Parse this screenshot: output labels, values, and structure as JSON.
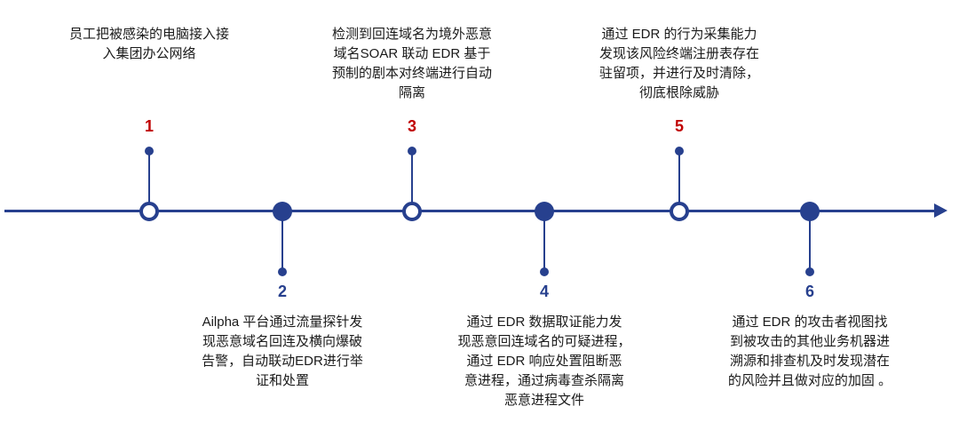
{
  "colors": {
    "navy": "#27408e",
    "red": "#c00000",
    "text": "#1a1a1a",
    "background": "#ffffff"
  },
  "timeline": {
    "type": "horizontal-arrow-timeline",
    "steps": [
      {
        "number": "1",
        "side": "above",
        "marker": "hollow",
        "text": "员工把被感染的电脑接入接\n入集团办公网络"
      },
      {
        "number": "2",
        "side": "below",
        "marker": "filled",
        "text": "Ailpha 平台通过流量探针发\n现恶意域名回连及横向爆破\n告警，自动联动EDR进行举\n证和处置"
      },
      {
        "number": "3",
        "side": "above",
        "marker": "hollow",
        "text": "检测到回连域名为境外恶意\n域名SOAR 联动 EDR 基于\n预制的剧本对终端进行自动\n隔离"
      },
      {
        "number": "4",
        "side": "below",
        "marker": "filled",
        "text": "通过 EDR 数据取证能力发\n现恶意回连域名的可疑进程，\n通过 EDR 响应处置阻断恶\n意进程，通过病毒查杀隔离\n恶意进程文件"
      },
      {
        "number": "5",
        "side": "above",
        "marker": "hollow",
        "text": "通过 EDR 的行为采集能力\n发现该风险终端注册表存在\n驻留项，并进行及时清除，\n彻底根除威胁"
      },
      {
        "number": "6",
        "side": "below",
        "marker": "filled",
        "text": "通过 EDR 的攻击者视图找\n到被攻击的其他业务机器进\n溯源和排查机及时发现潜在\n的风险并且做对应的加固 。"
      }
    ]
  }
}
